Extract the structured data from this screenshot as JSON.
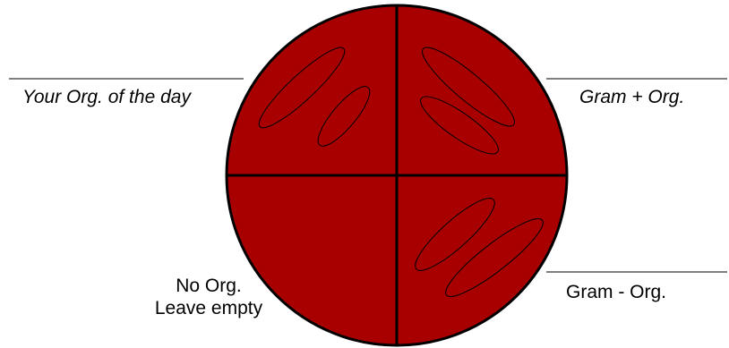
{
  "plate": {
    "fill_color": "#a80000",
    "outline_color": "#000000"
  },
  "labels": {
    "top_left": "Your Org. of the day",
    "top_right": "Gram + Org.",
    "bottom_right": "Gram - Org.",
    "bottom_left_line1": "No Org.",
    "bottom_left_line2": "Leave empty"
  }
}
